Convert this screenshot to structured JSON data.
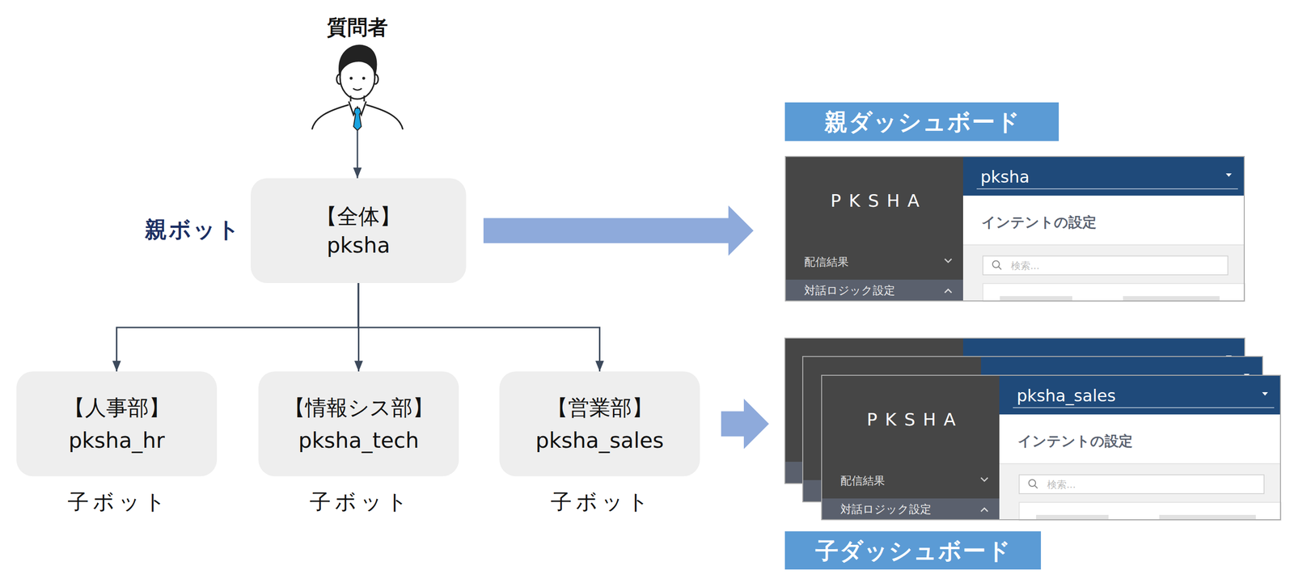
{
  "diagram": {
    "nodes": [
      {
        "text": [
          "質問者"
        ]
      },
      {
        "text": [
          "親ボット",
          "【全体】",
          "pksha"
        ]
      },
      {
        "text": [
          "親ダッシュボード"
        ]
      },
      {
        "text": [
          "PKSHA",
          "配信結果",
          "対話ロジック設定",
          "pksha",
          "インテントの設定",
          "検索..."
        ]
      },
      {
        "text": [
          "【人事部】",
          "pksha_hr",
          "子ボット"
        ]
      },
      {
        "text": [
          "【情報シス部】",
          "pksha_tech",
          "子ボット"
        ]
      },
      {
        "text": [
          "【営業部】",
          "pksha_sales",
          "子ボット"
        ]
      },
      {
        "text": [
          "PKSHA",
          "配信結果",
          "対話ロジック設定",
          "pksha_sales",
          "インテントの設定",
          "検索..."
        ]
      },
      {
        "text": [
          "子ダッシュボード"
        ]
      }
    ],
    "edges": [
      {
        "from": 0,
        "to": 1,
        "arrow": "to"
      },
      {
        "from": 1,
        "to": 4,
        "arrow": "to"
      },
      {
        "from": 1,
        "to": 5,
        "arrow": "to"
      },
      {
        "from": 1,
        "to": 6,
        "arrow": "to"
      },
      {
        "from": 1,
        "to": 3,
        "arrow": "to"
      },
      {
        "from": 6,
        "to": 7,
        "arrow": "to"
      }
    ]
  }
}
